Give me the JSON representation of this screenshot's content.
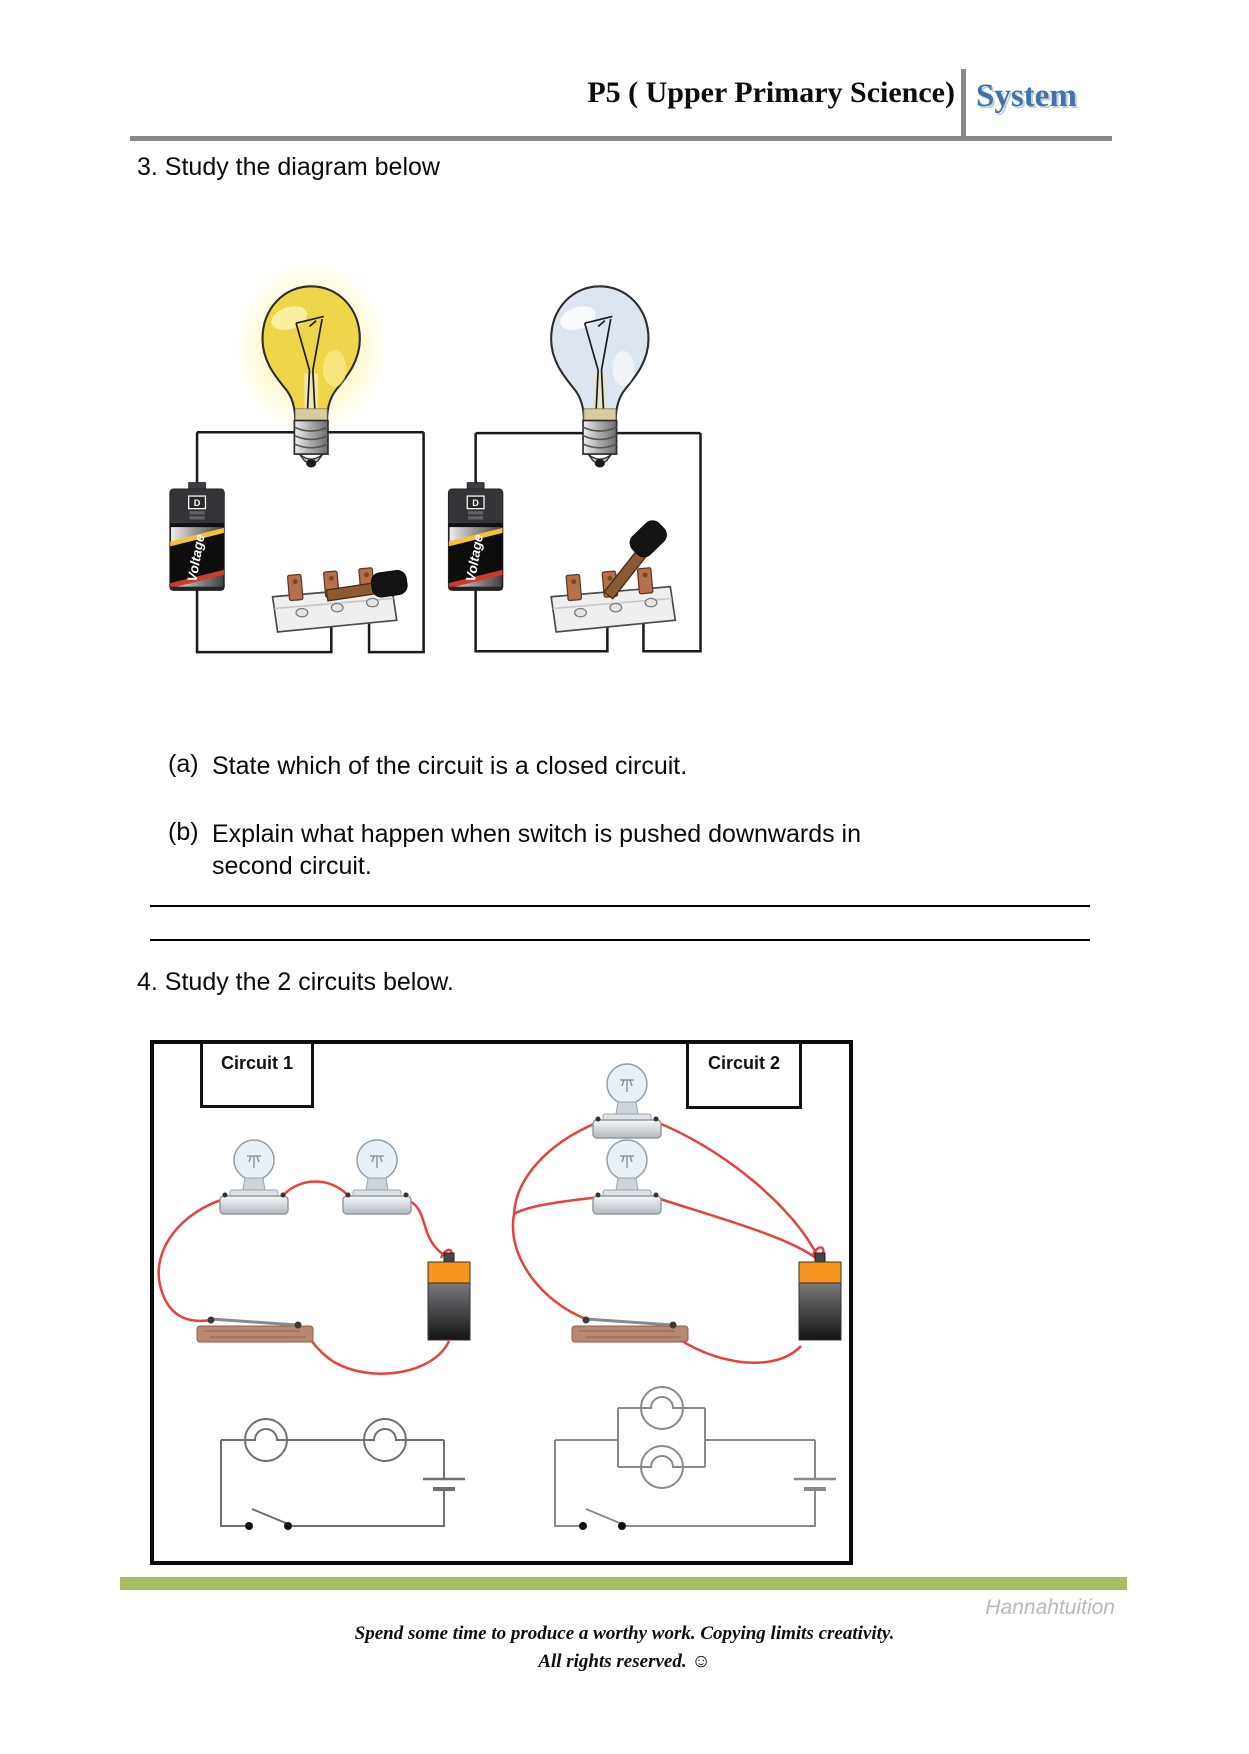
{
  "header": {
    "course_title": "P5 ( Upper Primary Science)",
    "brand": "System"
  },
  "q3": {
    "heading": "3. Study the diagram below",
    "parts": [
      {
        "label": "(a)",
        "lines": [
          "State which of the circuit is a closed circuit."
        ]
      },
      {
        "label": "(b)",
        "lines": [
          "Explain what happen when switch is pushed downwards in",
          "second circuit."
        ]
      }
    ]
  },
  "q4": {
    "heading": "4. Study the 2 circuits below.",
    "circuit1_label": "Circuit 1",
    "circuit2_label": "Circuit 2"
  },
  "battery": {
    "size_label": "D",
    "brand": "Voltage"
  },
  "footer": {
    "brand": "Hannahtuition",
    "line1": "Spend some time to produce a worthy work. Copying limits creativity.",
    "line2": "All rights reserved. ☺"
  },
  "colors": {
    "header_accent": "#4472a8",
    "rule_gray": "#8a8a8a",
    "wire_red": "#e8413c",
    "battery_orange": "#f7941d",
    "footer_green": "#a4bd66",
    "lit_bulb_yellow": "#eed64a",
    "unlit_bulb_gray": "#dde6f0"
  }
}
